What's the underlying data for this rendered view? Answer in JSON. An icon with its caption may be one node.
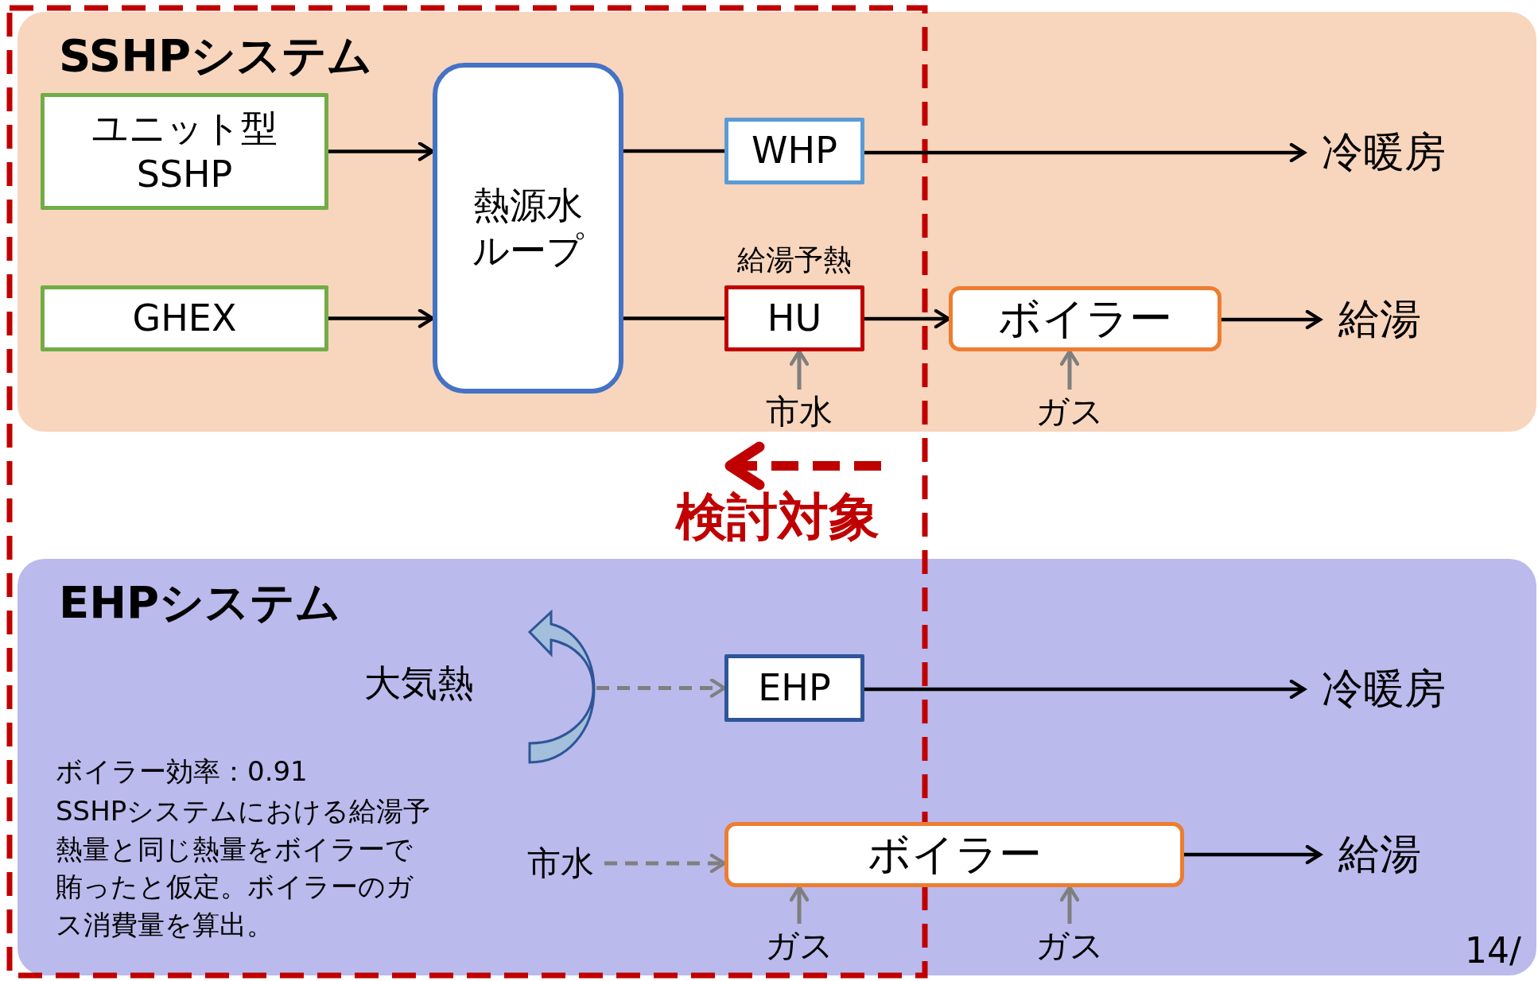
{
  "diagram": {
    "nodes": [
      {
        "text": [
          "SSHPシステム"
        ]
      },
      {
        "text": [
          "ユニット型 SSHP"
        ],
        "in": 0
      },
      {
        "text": [
          "GHEX"
        ],
        "in": 0
      },
      {
        "text": [
          "熱源水ループ"
        ],
        "in": 0
      },
      {
        "text": [
          "WHP"
        ],
        "in": 0
      },
      {
        "text": [
          "冷暖房"
        ],
        "in": 0
      },
      {
        "text": [
          "HU"
        ],
        "in": 0,
        "beside": [
          "給湯予熱"
        ]
      },
      {
        "text": [
          "市水"
        ],
        "in": 0
      },
      {
        "text": [
          "ボイラー"
        ],
        "in": 0
      },
      {
        "text": [
          "ガス"
        ],
        "in": 0
      },
      {
        "text": [
          "給湯"
        ],
        "in": 0
      },
      {
        "text": [
          "EHPシステム"
        ]
      },
      {
        "text": [],
        "shape": "arrow",
        "in": 11,
        "beside": [
          "大気熱"
        ]
      },
      {
        "text": [
          "EHP"
        ],
        "in": 11
      },
      {
        "text": [
          "冷暖房"
        ],
        "in": 11
      },
      {
        "text": [
          "市水"
        ],
        "in": 11
      },
      {
        "text": [
          "ボイラー"
        ],
        "in": 11
      },
      {
        "text": [
          "ガス"
        ],
        "in": 11
      },
      {
        "text": [
          "ガス"
        ],
        "in": 11
      },
      {
        "text": [
          "給湯"
        ],
        "in": 11
      }
    ],
    "edges": [
      {
        "from": 1,
        "to": 3,
        "arrow": "to"
      },
      {
        "from": 2,
        "to": 3,
        "arrow": "to"
      },
      {
        "from": 3,
        "to": 4,
        "arrow": "none"
      },
      {
        "from": 4,
        "to": 5,
        "arrow": "to"
      },
      {
        "from": 3,
        "to": 6,
        "arrow": "none"
      },
      {
        "from": 6,
        "to": 8,
        "arrow": "to"
      },
      {
        "from": 8,
        "to": 10,
        "arrow": "to"
      },
      {
        "from": 7,
        "to": 6,
        "arrow": "to",
        "color": "#7f7f7f"
      },
      {
        "from": 9,
        "to": 8,
        "arrow": "to",
        "color": "#7f7f7f"
      },
      {
        "from": 12,
        "to": 13,
        "arrow": "to",
        "style": "dashed",
        "color": "#7f7f7f"
      },
      {
        "from": 13,
        "to": 14,
        "arrow": "to"
      },
      {
        "from": 15,
        "to": 16,
        "arrow": "to",
        "style": "dashed",
        "color": "#7f7f7f"
      },
      {
        "from": 16,
        "to": 19,
        "arrow": "to"
      },
      {
        "from": 17,
        "to": 16,
        "arrow": "to",
        "color": "#7f7f7f"
      },
      {
        "from": 18,
        "to": 16,
        "arrow": "to",
        "color": "#7f7f7f"
      }
    ],
    "labels": [
      "検討対象",
      "ボイラー効率：0.91",
      "SSHPシステムにおける給湯予熱量と同じ熱量をボイラーで賄ったと仮定。ボイラーのガス消費量を算出。",
      "14/"
    ]
  }
}
